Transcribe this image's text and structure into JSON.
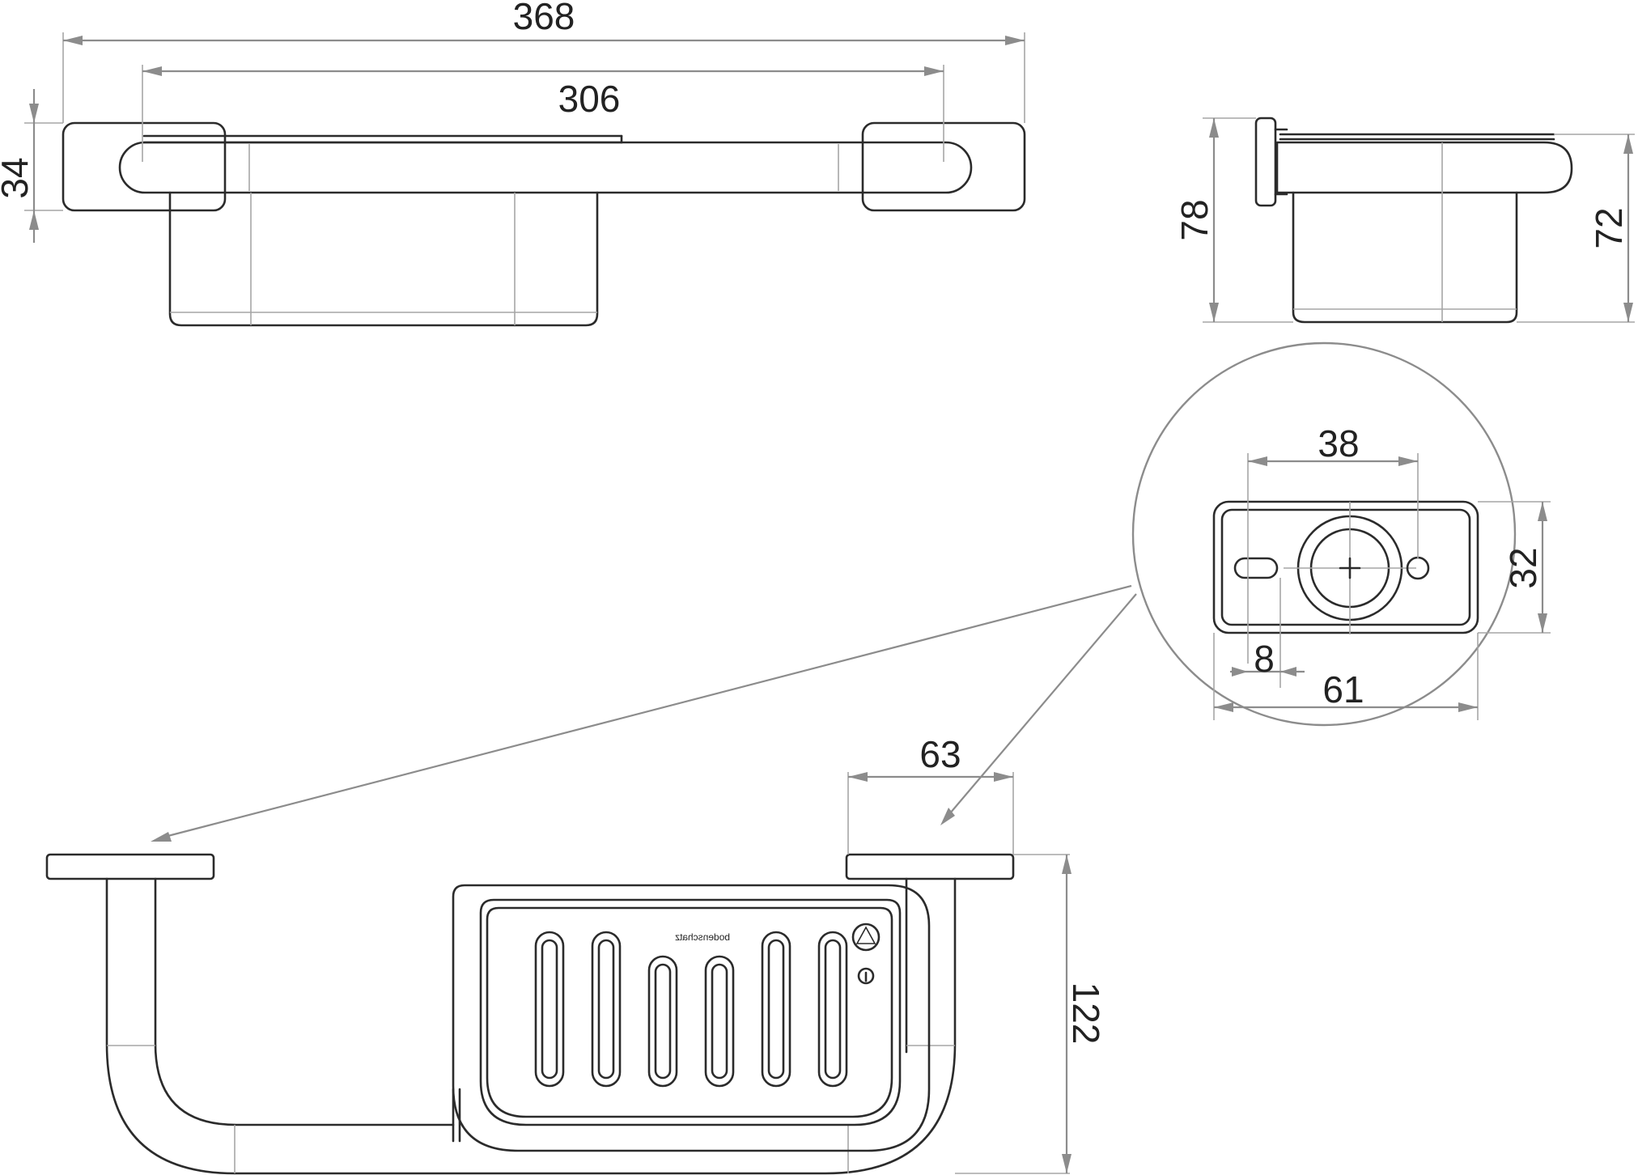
{
  "dimensions": {
    "overall_width": "368",
    "inner_width": "306",
    "top_height": "34",
    "side_height": "78",
    "side_depth": "72",
    "bracket_width": "63",
    "total_depth": "122",
    "detail_hole_spacing": "38",
    "detail_height": "32",
    "detail_slot_offset": "8",
    "detail_width": "61"
  },
  "insert": {
    "brand_text": "bodenschatz",
    "recycle_symbol": "recycle-icon",
    "info_symbol": "info-icon"
  },
  "colors": {
    "line": "#2b2b2b",
    "dimension": "#8c8c8c",
    "hidden": "#a6a6a6"
  }
}
